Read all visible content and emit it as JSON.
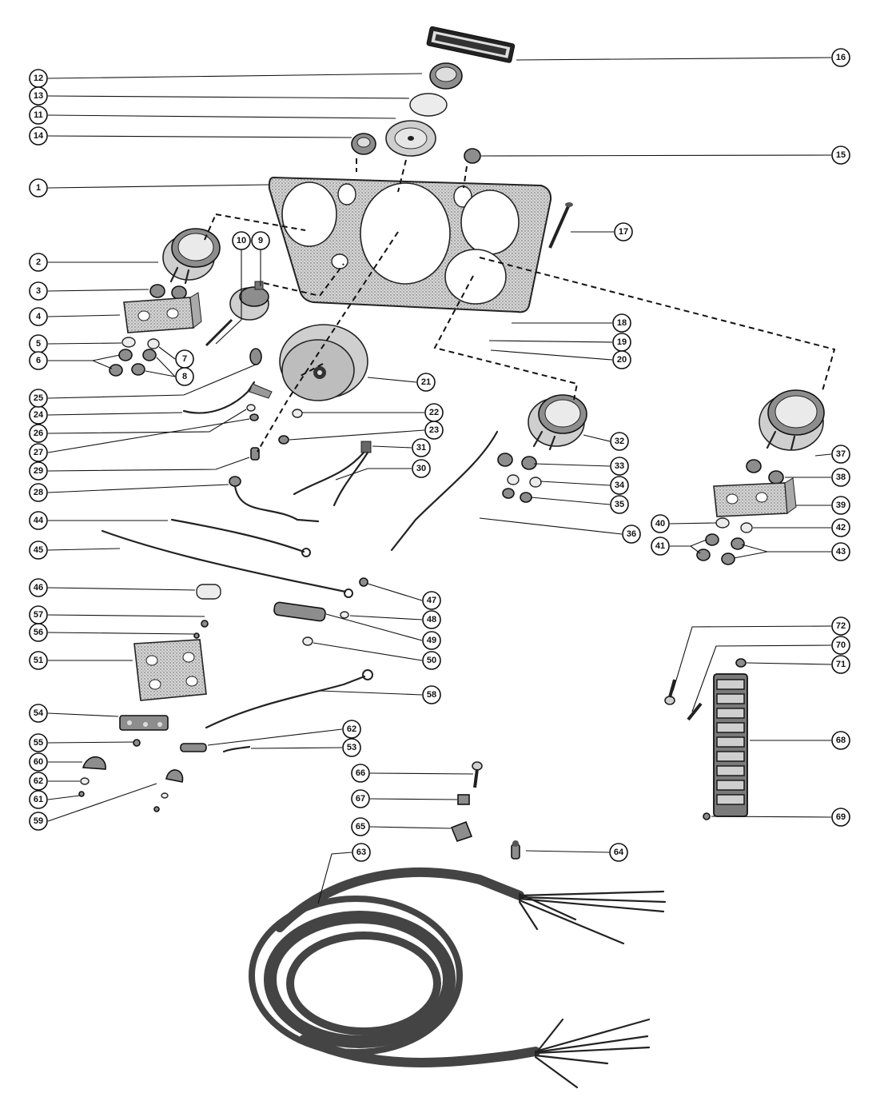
{
  "diagram": {
    "callouts": [
      "1",
      "2",
      "3",
      "4",
      "5",
      "6",
      "7",
      "8",
      "9",
      "10",
      "11",
      "12",
      "13",
      "14",
      "15",
      "16",
      "17",
      "18",
      "19",
      "20",
      "21",
      "22",
      "23",
      "24",
      "25",
      "26",
      "27",
      "28",
      "29",
      "30",
      "31",
      "32",
      "33",
      "34",
      "35",
      "36",
      "37",
      "38",
      "39",
      "40",
      "41",
      "42",
      "43",
      "44",
      "45",
      "46",
      "47",
      "48",
      "49",
      "50",
      "51",
      "53",
      "54",
      "55",
      "56",
      "57",
      "58",
      "59",
      "60",
      "61",
      "62",
      "62",
      "63",
      "64",
      "65",
      "66",
      "67",
      "68",
      "69",
      "70",
      "71",
      "72"
    ]
  }
}
